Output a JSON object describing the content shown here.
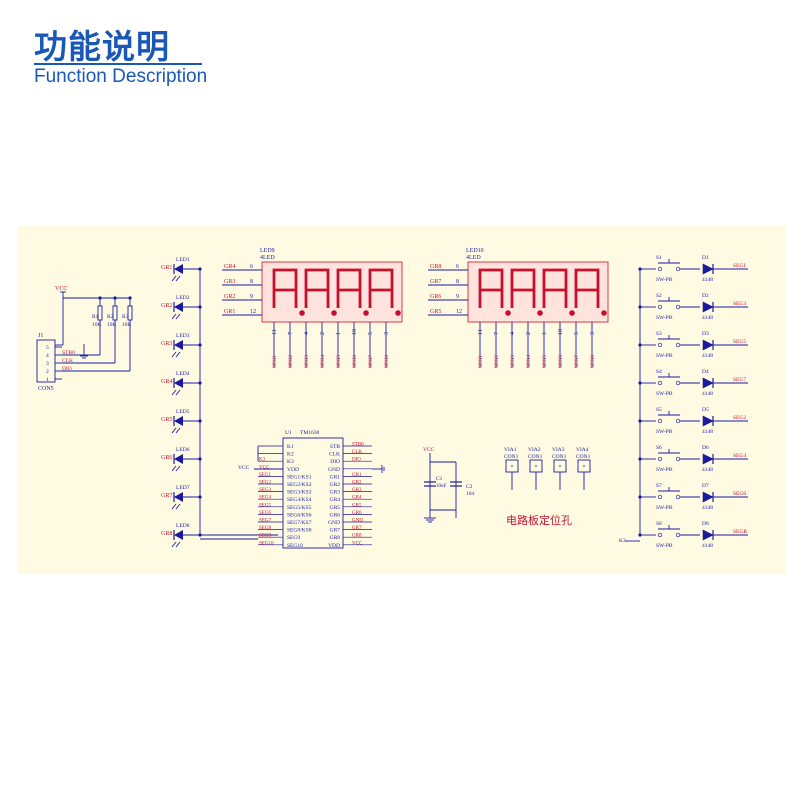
{
  "heading": {
    "cn": "功能说明",
    "en": "Function Description"
  },
  "colors": {
    "accent": "#1a58b8",
    "wire": "#1a1aa0",
    "net": "#c8102e",
    "seg_fill": "#ffe3dc",
    "board_bg": "#fffbe3"
  },
  "connector": {
    "ref": "J1",
    "name": "CON5",
    "pins": [
      "5",
      "4",
      "3",
      "2",
      "1"
    ],
    "nets": [
      "STB0",
      "CLK",
      "DIO"
    ],
    "vcc": "VCC",
    "resistors": [
      "R1",
      "R2",
      "R3"
    ],
    "resistor_value": "10K"
  },
  "leds": [
    {
      "ref": "LED1",
      "net": "GR1"
    },
    {
      "ref": "LED2",
      "net": "GR2"
    },
    {
      "ref": "LED3",
      "net": "GR3"
    },
    {
      "ref": "LED4",
      "net": "GR4"
    },
    {
      "ref": "LED5",
      "net": "GR5"
    },
    {
      "ref": "LED6",
      "net": "GR6"
    },
    {
      "ref": "LED7",
      "net": "GR7"
    },
    {
      "ref": "LED8",
      "net": "GR8"
    }
  ],
  "display1": {
    "ref": "LED9",
    "type": "4LED",
    "rows": [
      {
        "net": "GR4",
        "pin": "6"
      },
      {
        "net": "GR3",
        "pin": "8"
      },
      {
        "net": "GR2",
        "pin": "9"
      },
      {
        "net": "GR1",
        "pin": "12"
      }
    ],
    "pins": [
      "11",
      "7",
      "4",
      "2",
      "1",
      "10",
      "5",
      "3"
    ],
    "segs": [
      "SEGI",
      "SEG2",
      "SEG3",
      "SEG4",
      "SEG5",
      "SEG6",
      "SEG7",
      "SEG8"
    ]
  },
  "display2": {
    "ref": "LED10",
    "type": "4LED",
    "rows": [
      {
        "net": "GR8",
        "pin": "6"
      },
      {
        "net": "GR7",
        "pin": "8"
      },
      {
        "net": "GR6",
        "pin": "9"
      },
      {
        "net": "GR5",
        "pin": "12"
      }
    ],
    "pins": [
      "11",
      "7",
      "4",
      "2",
      "1",
      "10",
      "5",
      "3"
    ],
    "segs": [
      "SEGI",
      "SEG2",
      "SEG3",
      "SEG4",
      "SEG5",
      "SEG6",
      "SEG7",
      "SEG8"
    ]
  },
  "ic": {
    "ref": "U1",
    "name": "TM1638",
    "left": [
      "K1",
      "K2",
      "K3",
      "VDD",
      "SEG1/KS1",
      "SEG2/KS2",
      "SEG3/KS3",
      "SEG4/KS4",
      "SEG5/KS5",
      "SEG6/KS6",
      "SEG7/KS7",
      "SEG8/KS8",
      "SEG9",
      "SEG10"
    ],
    "right": [
      "STB",
      "CLK",
      "DIO",
      "GND",
      "GR1",
      "GR2",
      "GR3",
      "GR4",
      "GR5",
      "GR6",
      "GND",
      "GR7",
      "GR8",
      "VDD"
    ],
    "left_nets": [
      "",
      "",
      "K3",
      "VCC",
      "SEGI",
      "SEG2",
      "SEG3",
      "SEG4",
      "SEG5",
      "SEG6",
      "SEG7",
      "SEG8",
      "SEG9",
      "SEG10"
    ],
    "right_nets": [
      "STB0",
      "CLK",
      "DIO",
      "",
      "GR1",
      "GR2",
      "GR3",
      "GR4",
      "GR5",
      "GR6",
      "GND",
      "GR7",
      "GR8",
      "VCC"
    ]
  },
  "power": {
    "vcc": "VCC",
    "c1_ref": "C1",
    "c1_val": "10uF",
    "c2_ref": "C2",
    "c2_val": "104"
  },
  "vias": [
    {
      "ref": "VIA1",
      "name": "CON1"
    },
    {
      "ref": "VIA2",
      "name": "CON1"
    },
    {
      "ref": "VIA3",
      "name": "CON1"
    },
    {
      "ref": "VIA4",
      "name": "CON1"
    }
  ],
  "via_label": "电路板定位孔",
  "switches": [
    {
      "sw": "S1",
      "d": "D1",
      "seg": "SEGI"
    },
    {
      "sw": "S2",
      "d": "D2",
      "seg": "SEG3"
    },
    {
      "sw": "S3",
      "d": "D3",
      "seg": "SEG5"
    },
    {
      "sw": "S4",
      "d": "D4",
      "seg": "SEG7"
    },
    {
      "sw": "S5",
      "d": "D5",
      "seg": "SEG2"
    },
    {
      "sw": "S6",
      "d": "D6",
      "seg": "SEG4"
    },
    {
      "sw": "S7",
      "d": "D7",
      "seg": "SEG6"
    },
    {
      "sw": "S8",
      "d": "D8",
      "seg": "SEGR"
    }
  ],
  "switch_type": "SW-PB",
  "diode_type": "4148",
  "k_net": "K3"
}
